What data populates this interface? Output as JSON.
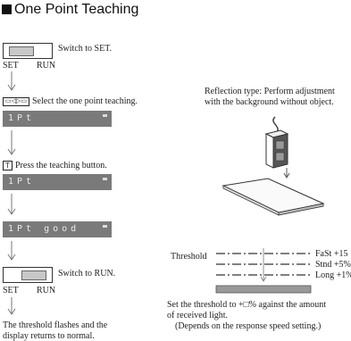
{
  "title": "One Point Teaching",
  "steps": {
    "switch_to_set": "Switch to SET.",
    "set_label": "SET",
    "run_label": "RUN",
    "select_text": "Select the one point teaching.",
    "lcd1": "1Pt",
    "press_text": "Press the teaching button.",
    "teach_key": "T",
    "lcd2": "1Pt",
    "lcd3": "1Pt good",
    "switch_to_run": "Switch to RUN.",
    "set_label2": "SET",
    "run_label2": "RUN",
    "flash_text_1": "The threshold flashes and the",
    "flash_text_2": "display returns to normal."
  },
  "right": {
    "reflection_line1": "Reflection type: Perform adjustment",
    "reflection_line2": "with the background without object.",
    "threshold_label": "Threshold",
    "levels": [
      "FaSt +15",
      "Stnd +5%",
      "Long +1%"
    ],
    "note_line1": "Set the threshold to +□% against the amount",
    "note_line2": "of received light.",
    "note_line3": "(Depends on the response speed setting.)"
  }
}
